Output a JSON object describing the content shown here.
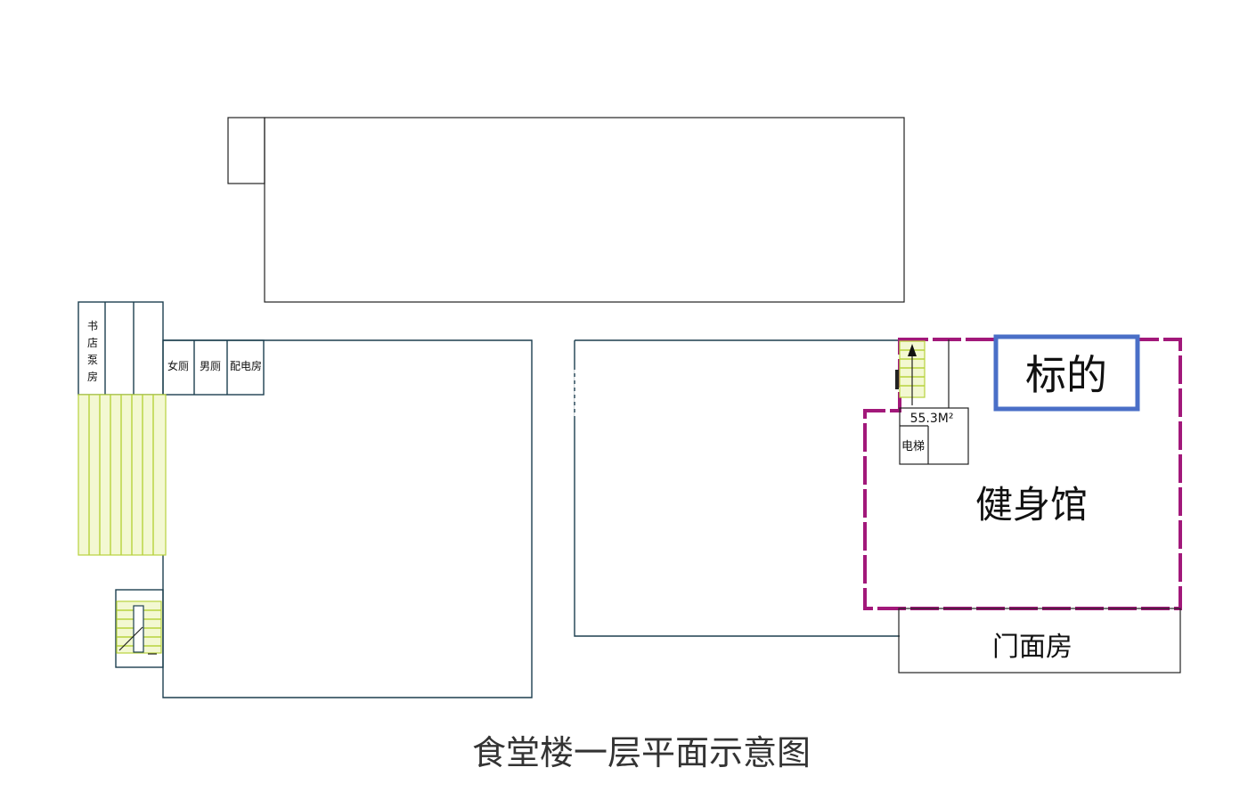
{
  "title": "食堂楼一层平面示意图",
  "rooms": {
    "bookstore": "书店泵房",
    "womens_restroom": "女厕",
    "mens_restroom": "男厕",
    "power_room": "配电房",
    "area": "55.3M²",
    "elevator": "电梯",
    "gym": "健身馆",
    "storefront": "门面房"
  },
  "target_label": "标的",
  "colors": {
    "wall": "#1d3f4f",
    "stair": "#b7d23c",
    "gym_border": "#a2187a",
    "target_border": "#4a6fc7"
  }
}
